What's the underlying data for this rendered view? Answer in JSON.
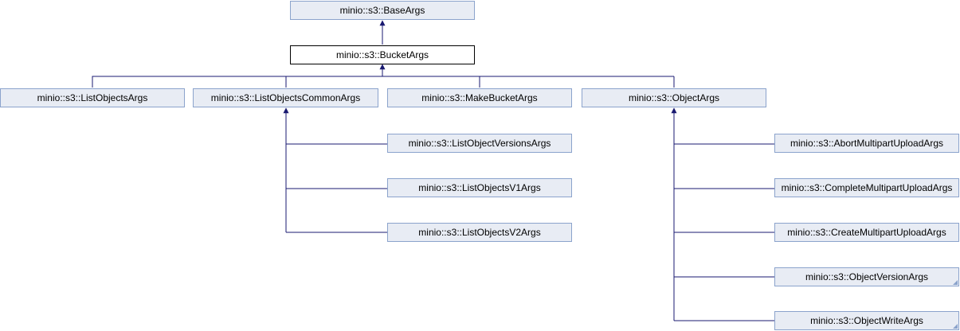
{
  "diagram": {
    "nodes": {
      "base_args": "minio::s3::BaseArgs",
      "bucket_args": "minio::s3::BucketArgs",
      "list_objects_args": "minio::s3::ListObjectsArgs",
      "list_objects_common_args": "minio::s3::ListObjectsCommonArgs",
      "make_bucket_args": "minio::s3::MakeBucketArgs",
      "object_args": "minio::s3::ObjectArgs",
      "list_object_versions_args": "minio::s3::ListObjectVersionsArgs",
      "list_objects_v1_args": "minio::s3::ListObjectsV1Args",
      "list_objects_v2_args": "minio::s3::ListObjectsV2Args",
      "abort_multipart_upload_args": "minio::s3::AbortMultipartUploadArgs",
      "complete_multipart_upload_args": "minio::s3::CompleteMultipartUploadArgs",
      "create_multipart_upload_args": "minio::s3::CreateMultipartUploadArgs",
      "object_version_args": "minio::s3::ObjectVersionArgs",
      "object_write_args": "minio::s3::ObjectWriteArgs"
    },
    "edges": [
      [
        "bucket_args",
        "base_args"
      ],
      [
        "list_objects_args",
        "bucket_args"
      ],
      [
        "list_objects_common_args",
        "bucket_args"
      ],
      [
        "make_bucket_args",
        "bucket_args"
      ],
      [
        "object_args",
        "bucket_args"
      ],
      [
        "list_object_versions_args",
        "list_objects_common_args"
      ],
      [
        "list_objects_v1_args",
        "list_objects_common_args"
      ],
      [
        "list_objects_v2_args",
        "list_objects_common_args"
      ],
      [
        "abort_multipart_upload_args",
        "object_args"
      ],
      [
        "complete_multipart_upload_args",
        "object_args"
      ],
      [
        "create_multipart_upload_args",
        "object_args"
      ],
      [
        "object_version_args",
        "object_args"
      ],
      [
        "object_write_args",
        "object_args"
      ]
    ],
    "colors": {
      "node_fill": "#e8ecf4",
      "node_border": "#8ba3cc",
      "current_fill": "#ffffff",
      "current_border": "#000000",
      "edge": "#191970"
    }
  }
}
